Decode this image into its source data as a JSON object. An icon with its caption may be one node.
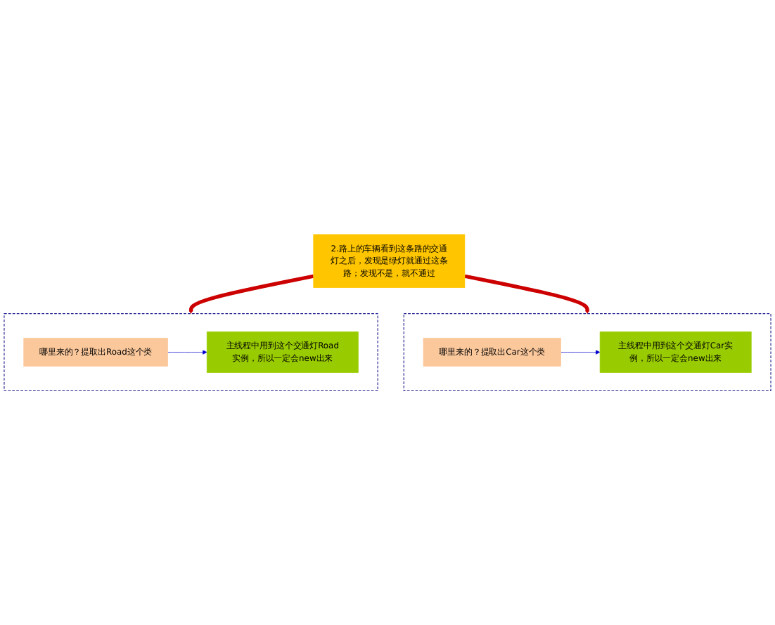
{
  "diagram": {
    "nodes": [
      {
        "text": [],
        "shape": "box"
      },
      {
        "text": [
          "哪里来的？提取出Road这个类"
        ],
        "in": 0
      },
      {
        "text": [
          "主线程中用到这个交通灯Road实例，所以一定会new出来"
        ],
        "in": 0
      },
      {
        "text": [
          "2.路上的车辆看到这条路的交通灯之后，发现是绿灯就通过这条路；发现不是，就不通过"
        ]
      },
      {
        "text": [],
        "shape": "box"
      },
      {
        "text": [
          "哪里来的？提取出Car这个类"
        ],
        "in": 4
      },
      {
        "text": [
          "主线程中用到这个交通灯Car实例，所以一定会new出来"
        ],
        "in": 4
      }
    ],
    "edges": [
      {
        "from": 1,
        "to": 2,
        "arrow": "to",
        "color": "#0000cc"
      },
      {
        "from": 3,
        "to": 0,
        "arrow": "to",
        "style": "thick",
        "color": "#cc0000"
      },
      {
        "from": 3,
        "to": 4,
        "arrow": "to",
        "style": "thick",
        "color": "#cc0000"
      },
      {
        "from": 5,
        "to": 6,
        "arrow": "to",
        "color": "#0000cc"
      }
    ]
  }
}
